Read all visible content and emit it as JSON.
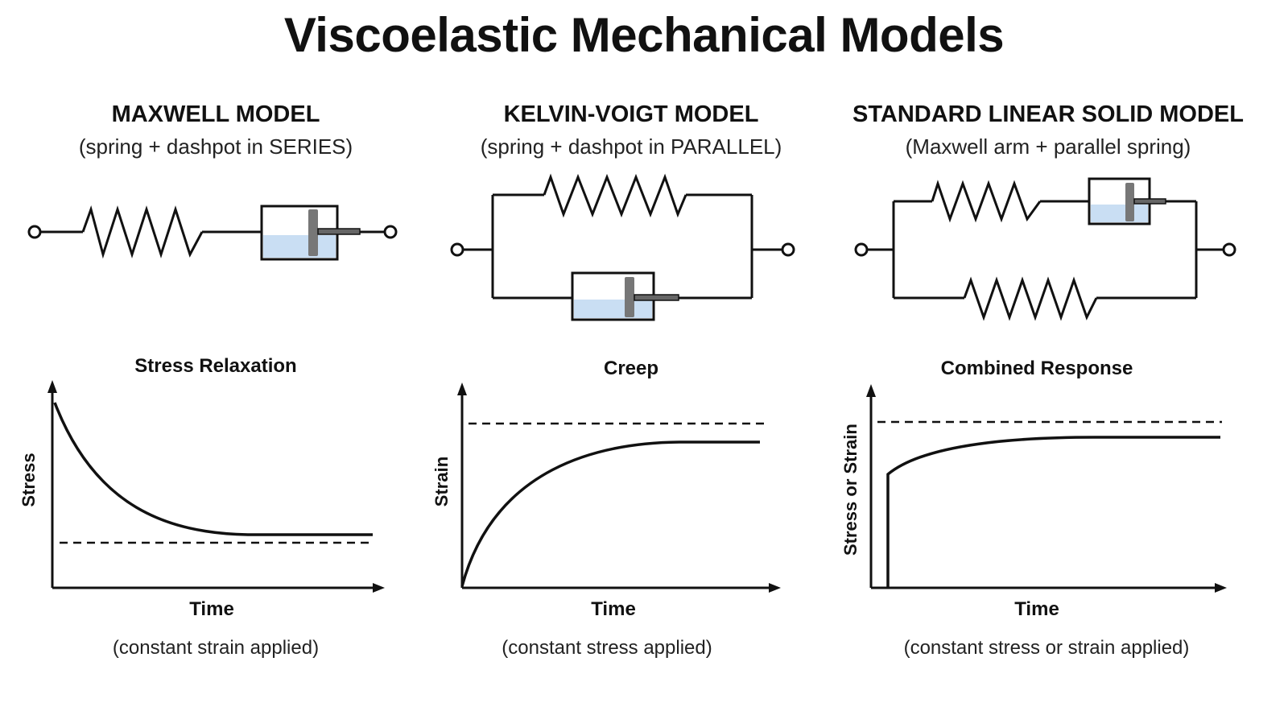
{
  "title": "Viscoelastic Mechanical Models",
  "panels": [
    {
      "model_title": "MAXWELL MODEL",
      "model_subtitle": "(spring + dashpot in SERIES)",
      "graph_title": "Stress Relaxation",
      "xlabel": "Time",
      "ylabel": "Stress",
      "note": "(constant strain applied)",
      "curve": "exponential-decay-to-asymptote"
    },
    {
      "model_title": "KELVIN-VOIGT MODEL",
      "model_subtitle": "(spring + dashpot in PARALLEL)",
      "graph_title": "Creep",
      "xlabel": "Time",
      "ylabel": "Strain",
      "note": "(constant stress applied)",
      "curve": "exponential-rise-from-zero"
    },
    {
      "model_title": "STANDARD LINEAR SOLID MODEL",
      "model_subtitle": "(Maxwell arm + parallel spring)",
      "graph_title": "Combined Response",
      "xlabel": "Time",
      "ylabel": "Stress or Strain",
      "note": "(constant stress or strain applied)",
      "curve": "instant-jump-then-rise"
    }
  ],
  "colors": {
    "line": "#111111",
    "fluid": "#c9def3",
    "piston": "#777777",
    "dashpot_fill": "#ffffff"
  }
}
